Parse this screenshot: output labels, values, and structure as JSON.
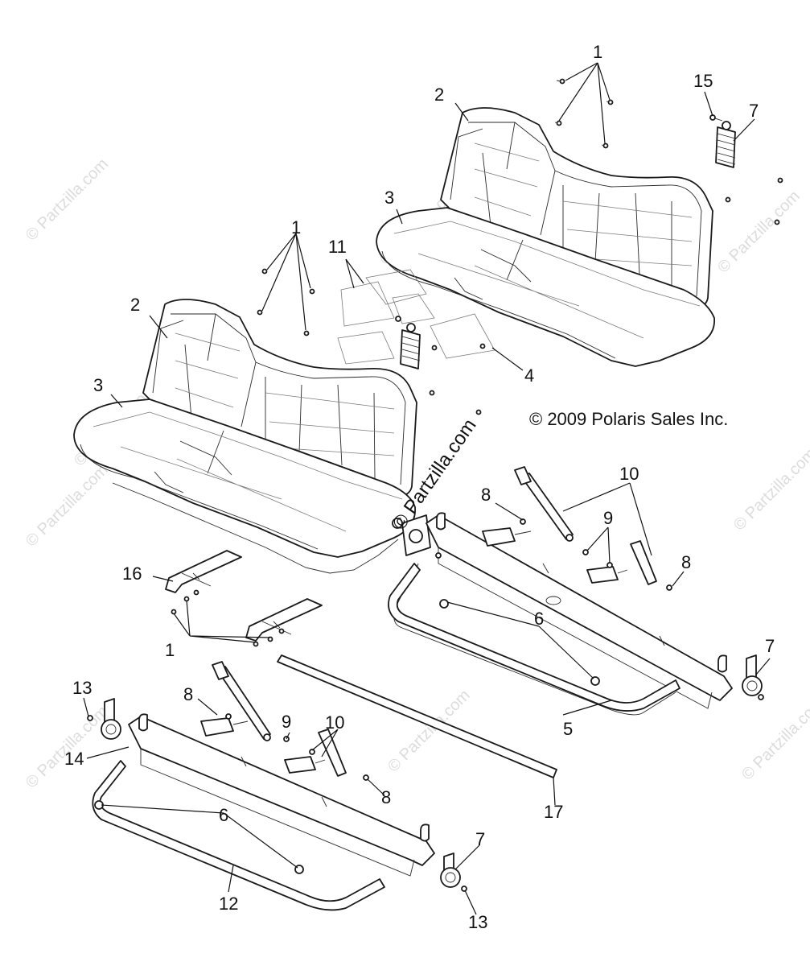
{
  "copyright": "© 2009 Polaris Sales Inc.",
  "watermark": "© Partzilla.com",
  "callouts": {
    "c1_top": "1",
    "c2_rear_back": "2",
    "c3_rear_cushion": "3",
    "c15": "15",
    "c7_rear_spring": "7",
    "c1_mid": "1",
    "c11": "11",
    "c2_front_back": "2",
    "c3_front_cushion": "3",
    "c4": "4",
    "c10_right": "10",
    "c8_right_top": "8",
    "c9_right": "9",
    "c8_right_bottom": "8",
    "c16": "16",
    "c6_right": "6",
    "c7_right_latch": "7",
    "c1_lower": "1",
    "c5": "5",
    "c13_left_top": "13",
    "c8_left_top": "8",
    "c9_left": "9",
    "c10_left": "10",
    "c14": "14",
    "c8_left_bottom": "8",
    "c17": "17",
    "c6_left": "6",
    "c7_left_latch": "7",
    "c12": "12",
    "c13_left_bottom": "13"
  }
}
